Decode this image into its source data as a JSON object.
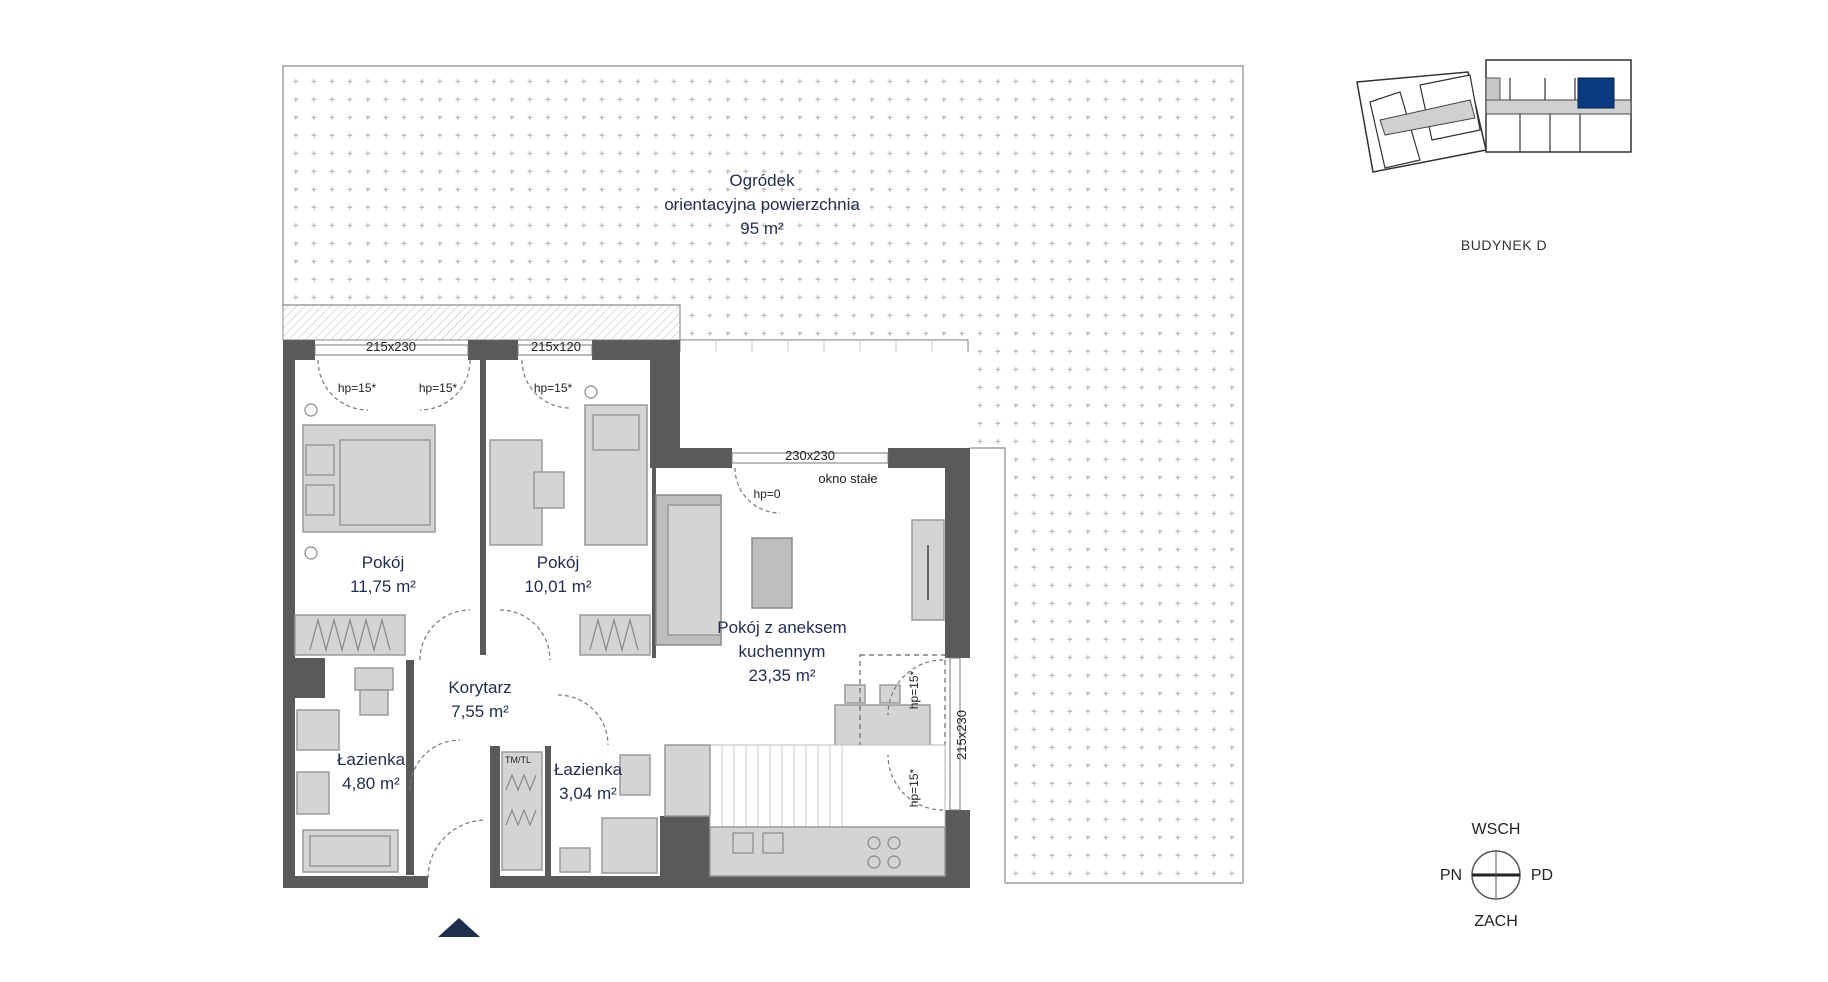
{
  "garden": {
    "title": "Ogródek",
    "subtitle": "orientacyjna powierzchnia",
    "area": "95 m²"
  },
  "rooms": [
    {
      "name": "Pokój",
      "area": "11,75 m²"
    },
    {
      "name": "Pokój",
      "area": "10,01 m²"
    },
    {
      "name_line1": "Pokój z aneksem",
      "name_line2": "kuchennym",
      "area": "23,35 m²"
    },
    {
      "name": "Korytarz",
      "area": "7,55 m²"
    },
    {
      "name": "Łazienka",
      "area": "4,80 m²"
    },
    {
      "name": "Łazienka",
      "area": "3,04 m²"
    }
  ],
  "dimensions": {
    "window_bedroom1": "215x230",
    "window_bedroom2": "215x120",
    "window_living": "230x230",
    "window_side": "215x230",
    "fixed_window": "okno stałe"
  },
  "sill_heights": {
    "hp15": "hp=15*",
    "hp0": "hp=0"
  },
  "appliance_label": "TM/TL",
  "building": "BUDYNEK D",
  "compass": {
    "north": "WSCH",
    "south": "ZACH",
    "west": "PN",
    "east": "PD"
  },
  "colors": {
    "highlight_unit": "#0b3a7e",
    "wall": "#5a5a5a",
    "label": "#1f2d4d"
  },
  "icons": {
    "entrance": "entrance-arrow-icon",
    "compass": "compass-icon"
  }
}
